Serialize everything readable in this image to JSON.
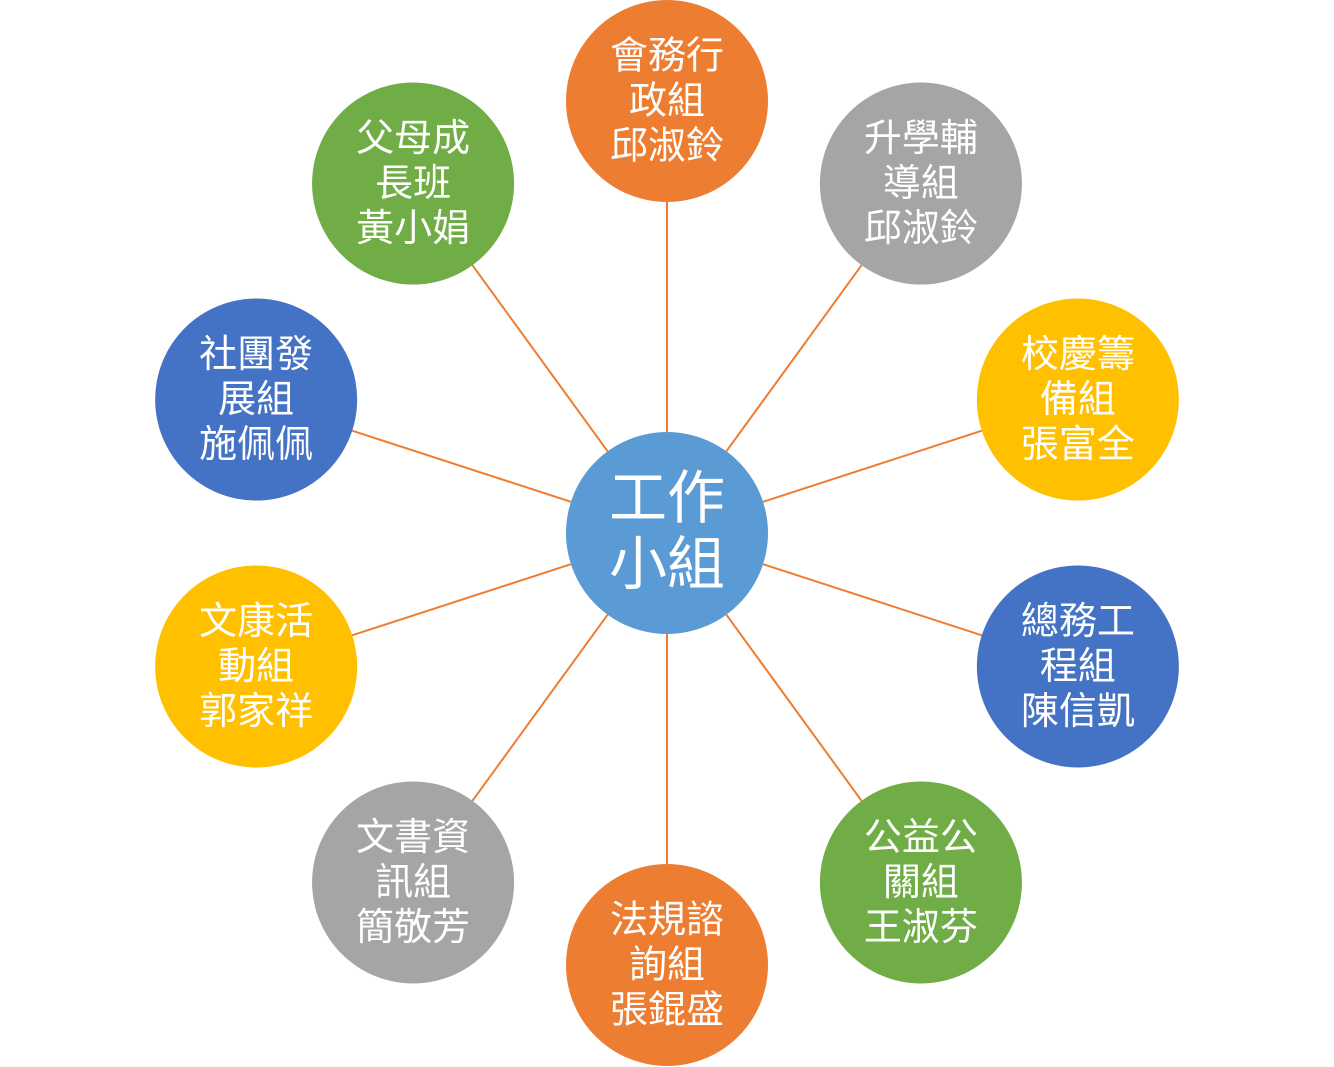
{
  "center": {
    "lines": [
      "工作",
      "小組"
    ],
    "color": "#5B9BD5"
  },
  "colors": {
    "connector": "#ED7D31"
  },
  "nodes": [
    {
      "lines": [
        "會務行",
        "政組",
        "邱淑鈴"
      ],
      "color": "#ED7D31"
    },
    {
      "lines": [
        "升學輔",
        "導組",
        "邱淑鈴"
      ],
      "color": "#A5A5A5"
    },
    {
      "lines": [
        "校慶籌",
        "備組",
        "張富全"
      ],
      "color": "#FFC000"
    },
    {
      "lines": [
        "總務工",
        "程組",
        "陳信凱"
      ],
      "color": "#4472C4"
    },
    {
      "lines": [
        "公益公",
        "關組",
        "王淑芬"
      ],
      "color": "#70AD47"
    },
    {
      "lines": [
        "法規諮",
        "詢組",
        "張錕盛"
      ],
      "color": "#ED7D31"
    },
    {
      "lines": [
        "文書資",
        "訊組",
        "簡敬芳"
      ],
      "color": "#A5A5A5"
    },
    {
      "lines": [
        "文康活",
        "動組",
        "郭家祥"
      ],
      "color": "#FFC000"
    },
    {
      "lines": [
        "社團發",
        "展組",
        "施佩佩"
      ],
      "color": "#4472C4"
    },
    {
      "lines": [
        "父母成",
        "長班",
        "黃小娟"
      ],
      "color": "#70AD47"
    }
  ]
}
